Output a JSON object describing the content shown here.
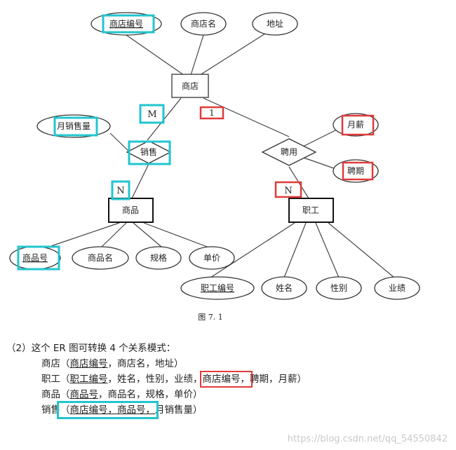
{
  "diagram": {
    "entities": {
      "store": "商店",
      "product": "商品",
      "employee": "职工"
    },
    "relationships": {
      "sales": "销售",
      "hire": "聘用"
    },
    "attributes": {
      "store_id": "商店编号",
      "store_name": "商店名",
      "address": "地址",
      "monthly_sales": "月销售量",
      "monthly_salary": "月薪",
      "hire_period": "聘期",
      "product_id": "商品号",
      "product_name": "商品名",
      "spec": "规格",
      "unit_price": "单价",
      "employee_id": "职工编号",
      "name": "姓名",
      "gender": "性别",
      "performance": "业绩"
    },
    "cardinalities": {
      "sales_store": "M",
      "sales_product": "N",
      "hire_store": "1",
      "hire_employee": "N"
    },
    "caption": "图 7. 1"
  },
  "schema": {
    "heading": "（2）这个 ER 图可转换 4 个关系模式：",
    "store": {
      "name": "商店",
      "open": "（",
      "key": "商店编号",
      "rest": "，商店名，地址）"
    },
    "employee": {
      "name": "职工",
      "open": "（",
      "key": "职工编号",
      "mid": "，姓名，性别，业绩，",
      "fk": "商店编号，",
      "rest": "聘期，月薪）"
    },
    "product": {
      "name": "商品",
      "open": "（",
      "key": "商品号",
      "rest": "，商品名，规格，单价）"
    },
    "sales": {
      "name": "销售",
      "open": "（",
      "key1": "商店编号",
      "sep": "，",
      "key2": "商品号",
      "comma": "，",
      "rest": "月销售量）"
    }
  },
  "watermark": "https://blog.csdn.net/qq_54550842",
  "colors": {
    "highlight_red": "#e03b3b",
    "highlight_cyan": "#22c5cf"
  }
}
